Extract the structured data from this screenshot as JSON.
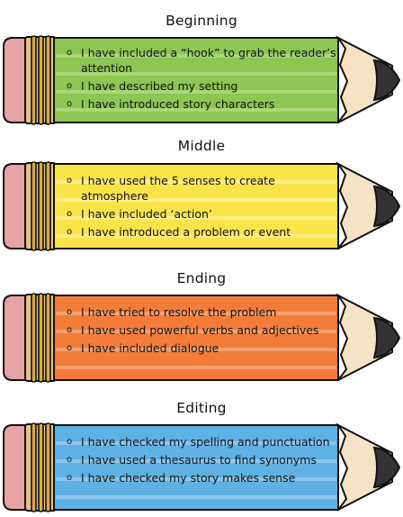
{
  "sections": [
    {
      "heading": "Beginning",
      "color": "#8dc652",
      "stripe": "#a9d67a",
      "items": [
        "I have included a “hook” to grab the reader’s attention",
        "I have described my setting",
        "I have introduced story characters"
      ]
    },
    {
      "heading": "Middle",
      "color": "#fae44a",
      "stripe": "#fcee8a",
      "items": [
        "I have used the 5 senses to create atmosphere",
        "I have included ‘action’",
        " I have introduced a problem or event"
      ]
    },
    {
      "heading": "Ending",
      "color": "#f37c3a",
      "stripe": "#f6a06d",
      "items": [
        "I have tried to resolve the problem",
        "I have used powerful verbs and adjectives",
        "I have included dialogue"
      ]
    },
    {
      "heading": "Editing",
      "color": "#5fb0e3",
      "stripe": "#8dc7ed",
      "items": [
        "I have checked my spelling and punctuation",
        "I have used a thesaurus to find synonyms",
        "I have checked my story makes sense"
      ]
    }
  ],
  "bullet_char": "o"
}
